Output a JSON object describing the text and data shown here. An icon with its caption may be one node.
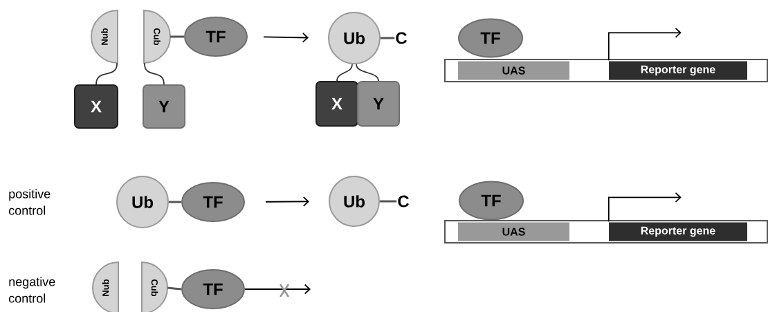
{
  "diagram": {
    "nodes": [
      {
        "text": [
          "Nub"
        ]
      },
      {
        "text": [
          "Cub"
        ]
      },
      {
        "text": [
          "TF"
        ]
      },
      {
        "text": [
          "X"
        ]
      },
      {
        "text": [
          "Y"
        ]
      },
      {
        "text": [
          "Ub"
        ]
      },
      {
        "text": [
          "C"
        ]
      },
      {
        "text": [
          "X"
        ]
      },
      {
        "text": [
          "Y"
        ]
      },
      {
        "text": [
          "TF"
        ]
      },
      {
        "text": [],
        "shape": "bar"
      },
      {
        "text": [
          "UAS"
        ],
        "in": 10
      },
      {
        "text": [
          "Reporter gene"
        ],
        "in": 10
      },
      {
        "text": [
          "Ub"
        ]
      },
      {
        "text": [
          "TF"
        ]
      },
      {
        "text": [
          "Ub"
        ]
      },
      {
        "text": [
          "C"
        ]
      },
      {
        "text": [
          "TF"
        ]
      },
      {
        "text": [],
        "shape": "bar"
      },
      {
        "text": [
          "UAS"
        ],
        "in": 18
      },
      {
        "text": [
          "Reporter gene"
        ],
        "in": 18
      },
      {
        "text": [
          "Nub"
        ]
      },
      {
        "text": [
          "Cub"
        ]
      },
      {
        "text": [
          "TF"
        ]
      }
    ],
    "edges": [
      {
        "from": 0,
        "to": 3,
        "arrow": "none",
        "color": "#333333"
      },
      {
        "from": 1,
        "to": 4,
        "arrow": "none",
        "color": "#333333"
      },
      {
        "from": 1,
        "to": 2,
        "arrow": "none",
        "color": "#555555"
      },
      {
        "from": 2,
        "to": 5,
        "arrow": "to"
      },
      {
        "from": 5,
        "to": 6,
        "arrow": "none",
        "color": "#555555"
      },
      {
        "from": 5,
        "to": 7,
        "arrow": "none",
        "color": "#333333"
      },
      {
        "from": 5,
        "to": 8,
        "arrow": "none",
        "color": "#333333"
      },
      {
        "from": 12,
        "to": null,
        "arrow": "to"
      },
      {
        "from": 13,
        "to": 14,
        "arrow": "none",
        "color": "#555555"
      },
      {
        "from": 14,
        "to": 15,
        "arrow": "to"
      },
      {
        "from": 15,
        "to": 16,
        "arrow": "none",
        "color": "#555555"
      },
      {
        "from": 20,
        "to": null,
        "arrow": "to"
      },
      {
        "from": 22,
        "to": 23,
        "arrow": "none",
        "color": "#555555"
      },
      {
        "from": 23,
        "to": null,
        "arrow": "to"
      }
    ],
    "labels": [
      "positive control",
      "negative control"
    ]
  }
}
